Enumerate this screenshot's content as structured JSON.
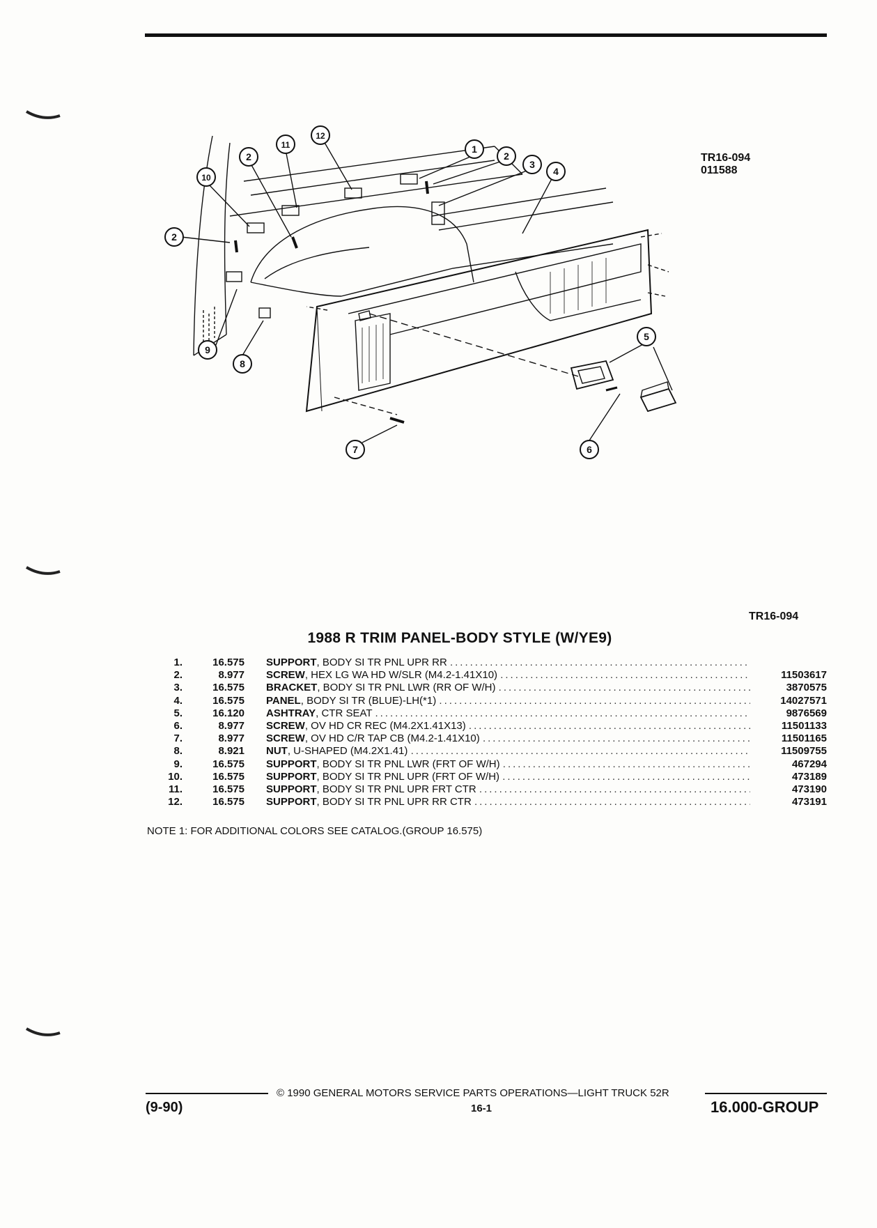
{
  "figure": {
    "ref_code": "TR16-094",
    "date_code": "011588",
    "caption_code": "TR16-094",
    "callouts": [
      "1",
      "2",
      "3",
      "4",
      "5",
      "6",
      "7",
      "8",
      "9",
      "10",
      "11",
      "12"
    ]
  },
  "title": "1988 R TRIM PANEL-BODY STYLE (W/YE9)",
  "parts": [
    {
      "idx": "1.",
      "group": "16.575",
      "name": "SUPPORT",
      "desc": ", BODY SI TR PNL UPR RR",
      "part_no": ""
    },
    {
      "idx": "2.",
      "group": "8.977",
      "name": "SCREW",
      "desc": ", HEX LG WA HD W/SLR (M4.2-1.41X10)",
      "part_no": "11503617"
    },
    {
      "idx": "3.",
      "group": "16.575",
      "name": "BRACKET",
      "desc": ", BODY SI TR PNL LWR (RR OF W/H)",
      "part_no": "3870575"
    },
    {
      "idx": "4.",
      "group": "16.575",
      "name": "PANEL",
      "desc": ", BODY SI TR (BLUE)-LH(*1)",
      "part_no": "14027571"
    },
    {
      "idx": "5.",
      "group": "16.120",
      "name": "ASHTRAY",
      "desc": ", CTR SEAT",
      "part_no": "9876569"
    },
    {
      "idx": "6.",
      "group": "8.977",
      "name": "SCREW",
      "desc": ", OV HD CR REC (M4.2X1.41X13)",
      "part_no": "11501133"
    },
    {
      "idx": "7.",
      "group": "8.977",
      "name": "SCREW",
      "desc": ", OV HD C/R TAP CB (M4.2-1.41X10)",
      "part_no": "11501165"
    },
    {
      "idx": "8.",
      "group": "8.921",
      "name": "NUT",
      "desc": ", U-SHAPED (M4.2X1.41)",
      "part_no": "11509755"
    },
    {
      "idx": "9.",
      "group": "16.575",
      "name": "SUPPORT",
      "desc": ", BODY SI TR PNL LWR (FRT OF W/H)",
      "part_no": "467294"
    },
    {
      "idx": "10.",
      "group": "16.575",
      "name": "SUPPORT",
      "desc": ", BODY SI TR PNL UPR (FRT OF W/H)",
      "part_no": "473189"
    },
    {
      "idx": "11.",
      "group": "16.575",
      "name": "SUPPORT",
      "desc": ", BODY SI TR PNL UPR FRT CTR",
      "part_no": "473190"
    },
    {
      "idx": "12.",
      "group": "16.575",
      "name": "SUPPORT",
      "desc": ", BODY SI TR PNL UPR RR CTR",
      "part_no": "473191"
    }
  ],
  "note": "NOTE  1:  FOR ADDITIONAL COLORS SEE CATALOG.(GROUP 16.575)",
  "footer": {
    "copyright": "© 1990  GENERAL MOTORS SERVICE PARTS OPERATIONS—LIGHT TRUCK 52R",
    "date": "(9-90)",
    "page": "16-1",
    "group": "16.000-GROUP"
  }
}
